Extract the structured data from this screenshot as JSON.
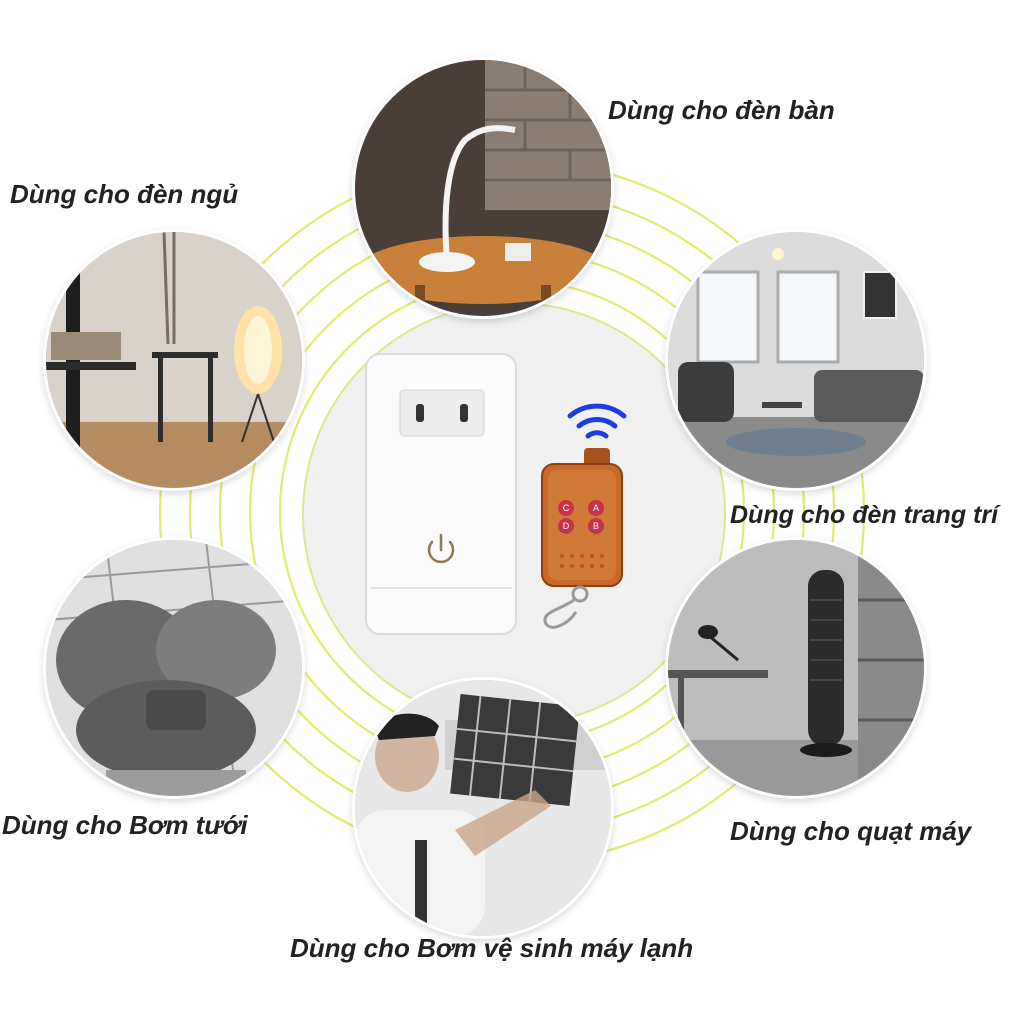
{
  "accent_ring_color": "#e3ea6f",
  "center": {
    "remote_buttons": [
      "C",
      "A",
      "D",
      "B"
    ],
    "signal_icon": "wifi-signal-icon",
    "power_icon": "power-icon"
  },
  "uses": [
    {
      "key": "desk-lamp",
      "label": "Dùng cho đèn bàn"
    },
    {
      "key": "night-lamp",
      "label": "Dùng cho đèn ngủ"
    },
    {
      "key": "decor-light",
      "label": "Dùng cho đèn trang trí"
    },
    {
      "key": "water-pump",
      "label": "Dùng cho Bơm tưới"
    },
    {
      "key": "fan",
      "label": "Dùng cho quạt máy"
    },
    {
      "key": "ac-pump",
      "label": "Dùng cho Bơm vệ sinh máy lạnh"
    }
  ]
}
